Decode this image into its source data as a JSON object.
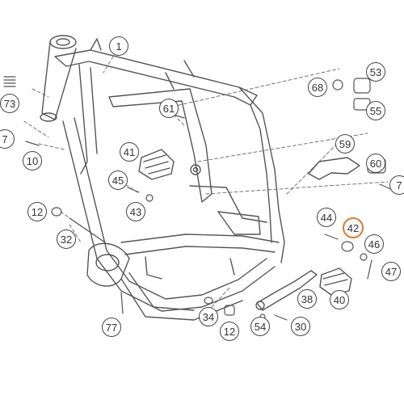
{
  "highlight_color": "#e07a2e",
  "line_color": "#555555",
  "callouts": [
    {
      "id": "c1",
      "label": "1"
    },
    {
      "id": "c73",
      "label": "73"
    },
    {
      "id": "c7a",
      "label": "7"
    },
    {
      "id": "c10",
      "label": "10"
    },
    {
      "id": "c12a",
      "label": "12"
    },
    {
      "id": "c32",
      "label": "32"
    },
    {
      "id": "c61",
      "label": "61"
    },
    {
      "id": "c41",
      "label": "41"
    },
    {
      "id": "c45",
      "label": "45"
    },
    {
      "id": "c43",
      "label": "43"
    },
    {
      "id": "c53",
      "label": "53"
    },
    {
      "id": "c68",
      "label": "68"
    },
    {
      "id": "c55",
      "label": "55"
    },
    {
      "id": "c59",
      "label": "59"
    },
    {
      "id": "c60",
      "label": "60"
    },
    {
      "id": "c7b",
      "label": "7"
    },
    {
      "id": "c44",
      "label": "44"
    },
    {
      "id": "c42",
      "label": "42",
      "highlighted": true
    },
    {
      "id": "c46",
      "label": "46"
    },
    {
      "id": "c47",
      "label": "47"
    },
    {
      "id": "c38",
      "label": "38"
    },
    {
      "id": "c40",
      "label": "40"
    },
    {
      "id": "c77",
      "label": "77"
    },
    {
      "id": "c34",
      "label": "34"
    },
    {
      "id": "c12b",
      "label": "12"
    },
    {
      "id": "c54",
      "label": "54"
    },
    {
      "id": "c30",
      "label": "30"
    }
  ]
}
